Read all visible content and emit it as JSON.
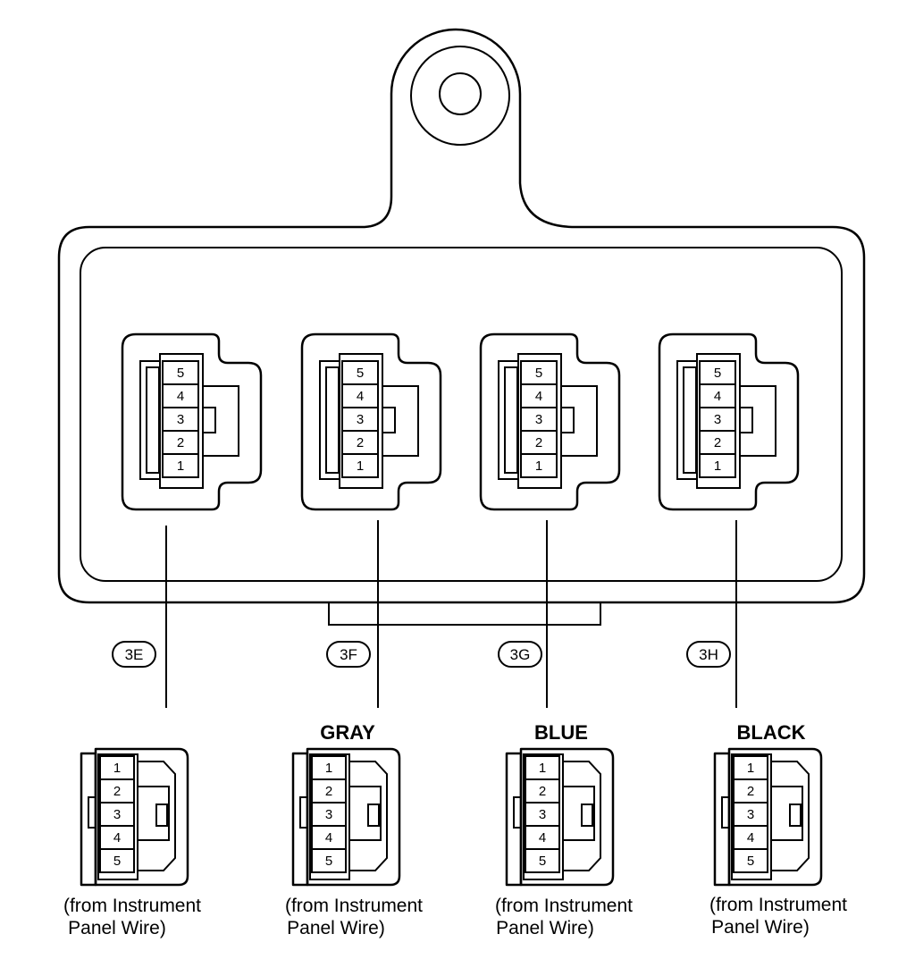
{
  "diagram": {
    "connectors": [
      {
        "id": "3E",
        "color": "",
        "pins_top": [
          "5",
          "4",
          "3",
          "2",
          "1"
        ],
        "pins_bottom": [
          "1",
          "2",
          "3",
          "4",
          "5"
        ],
        "caption_line1": "(from Instrument",
        "caption_line2": "Panel Wire)"
      },
      {
        "id": "3F",
        "color": "GRAY",
        "pins_top": [
          "5",
          "4",
          "3",
          "2",
          "1"
        ],
        "pins_bottom": [
          "1",
          "2",
          "3",
          "4",
          "5"
        ],
        "caption_line1": "(from Instrument",
        "caption_line2": "Panel Wire)"
      },
      {
        "id": "3G",
        "color": "BLUE",
        "pins_top": [
          "5",
          "4",
          "3",
          "2",
          "1"
        ],
        "pins_bottom": [
          "1",
          "2",
          "3",
          "4",
          "5"
        ],
        "caption_line1": "(from Instrument",
        "caption_line2": "Panel Wire)"
      },
      {
        "id": "3H",
        "color": "BLACK",
        "pins_top": [
          "5",
          "4",
          "3",
          "2",
          "1"
        ],
        "pins_bottom": [
          "1",
          "2",
          "3",
          "4",
          "5"
        ],
        "caption_line1": "(from Instrument",
        "caption_line2": "Panel Wire)"
      }
    ]
  }
}
